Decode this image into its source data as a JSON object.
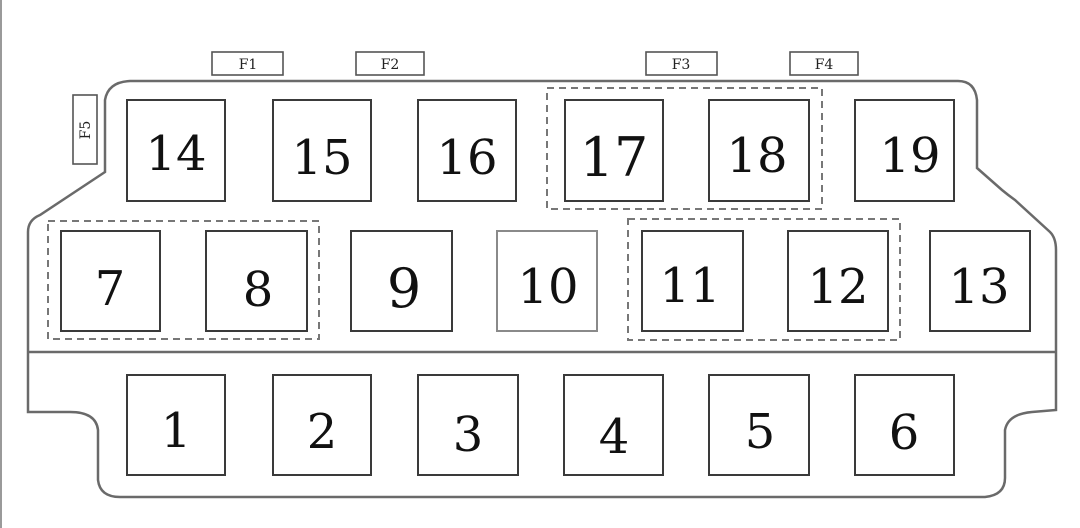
{
  "diagram": {
    "colors": {
      "outline": "#6a6a6a",
      "fuse_border": "#3a3a3a",
      "dashed_group": "#777777",
      "text": "#111111",
      "background": "#ffffff"
    },
    "small_fuses": [
      {
        "id": "F1",
        "label": "F1"
      },
      {
        "id": "F2",
        "label": "F2"
      },
      {
        "id": "F3",
        "label": "F3"
      },
      {
        "id": "F4",
        "label": "F4"
      },
      {
        "id": "F5",
        "label": "F5"
      }
    ],
    "rows": {
      "top": [
        "14",
        "15",
        "16",
        "17",
        "18",
        "19"
      ],
      "middle": [
        "7",
        "8",
        "9",
        "10",
        "11",
        "12",
        "13"
      ],
      "bottom": [
        "1",
        "2",
        "3",
        "4",
        "5",
        "6"
      ]
    },
    "dashed_groups": [
      [
        "17",
        "18"
      ],
      [
        "7",
        "8"
      ],
      [
        "11",
        "12"
      ]
    ]
  }
}
